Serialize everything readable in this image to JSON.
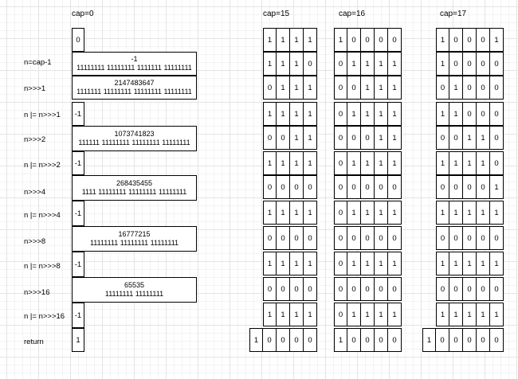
{
  "headers": {
    "cap0": "cap=0",
    "cap15": "cap=15",
    "cap16": "cap=16",
    "cap17": "cap=17"
  },
  "row_labels": [
    "n=cap-1",
    "n>>>1",
    "n |= n>>>1",
    "n>>>2",
    "n |= n>>>2",
    "n>>>4",
    "n |= n>>>4",
    "n>>>8",
    "n |= n>>>8",
    "n>>>16",
    "n |= n>>>16",
    "return"
  ],
  "cap0": {
    "initial": "0",
    "rows": [
      {
        "l1": "-1",
        "l2": "11111111 11111111 1111111 11111111"
      },
      {
        "l1": "2147483647",
        "l2": "1111111 11111111 11111111 11111111"
      },
      {
        "l1": "-1"
      },
      {
        "l1": "1073741823",
        "l2": "111111 11111111 11111111 11111111"
      },
      {
        "l1": "-1"
      },
      {
        "l1": "268435455",
        "l2": "1111 11111111 11111111 11111111"
      },
      {
        "l1": "-1"
      },
      {
        "l1": "16777215",
        "l2": "11111111 11111111 11111111"
      },
      {
        "l1": "-1"
      },
      {
        "l1": "65535",
        "l2": "11111111 11111111"
      },
      {
        "l1": "-1"
      },
      {
        "l1": "1"
      }
    ]
  },
  "cap15": {
    "rows": [
      [
        "1",
        "1",
        "1",
        "1"
      ],
      [
        "1",
        "1",
        "1",
        "0"
      ],
      [
        "0",
        "1",
        "1",
        "1"
      ],
      [
        "1",
        "1",
        "1",
        "1"
      ],
      [
        "0",
        "0",
        "1",
        "1"
      ],
      [
        "1",
        "1",
        "1",
        "1"
      ],
      [
        "0",
        "0",
        "0",
        "0"
      ],
      [
        "1",
        "1",
        "1",
        "1"
      ],
      [
        "0",
        "0",
        "0",
        "0"
      ],
      [
        "1",
        "1",
        "1",
        "1"
      ],
      [
        "0",
        "0",
        "0",
        "0"
      ],
      [
        "1",
        "1",
        "1",
        "1"
      ],
      [
        "1",
        "0",
        "0",
        "0",
        "0"
      ]
    ]
  },
  "cap16": {
    "rows": [
      [
        "1",
        "0",
        "0",
        "0",
        "0"
      ],
      [
        "0",
        "1",
        "1",
        "1",
        "1"
      ],
      [
        "0",
        "0",
        "1",
        "1",
        "1"
      ],
      [
        "0",
        "1",
        "1",
        "1",
        "1"
      ],
      [
        "0",
        "0",
        "0",
        "1",
        "1"
      ],
      [
        "0",
        "1",
        "1",
        "1",
        "1"
      ],
      [
        "0",
        "0",
        "0",
        "0",
        "0"
      ],
      [
        "0",
        "1",
        "1",
        "1",
        "1"
      ],
      [
        "0",
        "0",
        "0",
        "0",
        "0"
      ],
      [
        "0",
        "1",
        "1",
        "1",
        "1"
      ],
      [
        "0",
        "0",
        "0",
        "0",
        "0"
      ],
      [
        "0",
        "1",
        "1",
        "1",
        "1"
      ],
      [
        "1",
        "0",
        "0",
        "0",
        "0"
      ]
    ]
  },
  "cap17": {
    "rows": [
      [
        "1",
        "0",
        "0",
        "0",
        "1"
      ],
      [
        "1",
        "0",
        "0",
        "0",
        "0"
      ],
      [
        "0",
        "1",
        "0",
        "0",
        "0"
      ],
      [
        "1",
        "1",
        "0",
        "0",
        "0"
      ],
      [
        "0",
        "0",
        "1",
        "1",
        "0"
      ],
      [
        "1",
        "1",
        "1",
        "1",
        "0"
      ],
      [
        "0",
        "0",
        "0",
        "0",
        "1"
      ],
      [
        "1",
        "1",
        "1",
        "1",
        "1"
      ],
      [
        "0",
        "0",
        "0",
        "0",
        "0"
      ],
      [
        "1",
        "1",
        "1",
        "1",
        "1"
      ],
      [
        "0",
        "0",
        "0",
        "0",
        "0"
      ],
      [
        "1",
        "1",
        "1",
        "1",
        "1"
      ],
      [
        "1",
        "0",
        "0",
        "0",
        "0",
        "0"
      ]
    ]
  }
}
